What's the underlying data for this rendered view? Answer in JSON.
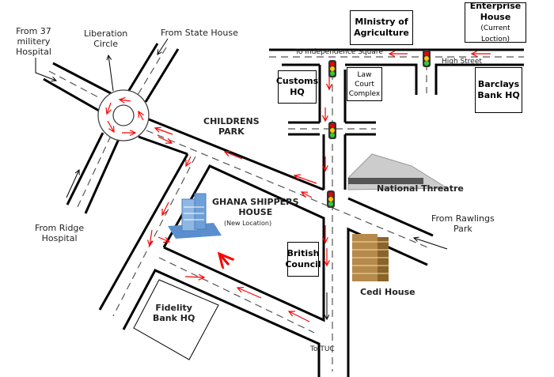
{
  "places": {
    "from_37": "From 37\nmilitery\nHospital",
    "liberation": "Liberation\nCircle",
    "from_state_house": "From State House",
    "childrens_park": "CHILDRENS\nPARK",
    "from_ridge": "From Ridge\nHospital",
    "ghana_shippers": "GHANA SHIPPERS\nHOUSE",
    "new_location": "(New Location)",
    "fidelity": "Fidelity\nBank HQ",
    "british_council": "British\nCouncil",
    "national_theatre": "National Threatre",
    "from_rawlings": "From Rawlings\nPark",
    "cedi_house": "Cedi House",
    "to_tuc": "To TUC",
    "ministry": "MInistry of\nAgriculture",
    "enterprise": "Enterprise\nHouse",
    "current_location": "(Current Loction)",
    "to_independence": "To Independence Square",
    "high_street": "High Street",
    "customs": "Customs\nHQ",
    "law_court": "Law\nCourt\nComplex",
    "barclays": "Barclays\nBank HQ"
  },
  "colors": {
    "road": "#000000",
    "arrow": "#ff0000",
    "dash": "#555555"
  }
}
